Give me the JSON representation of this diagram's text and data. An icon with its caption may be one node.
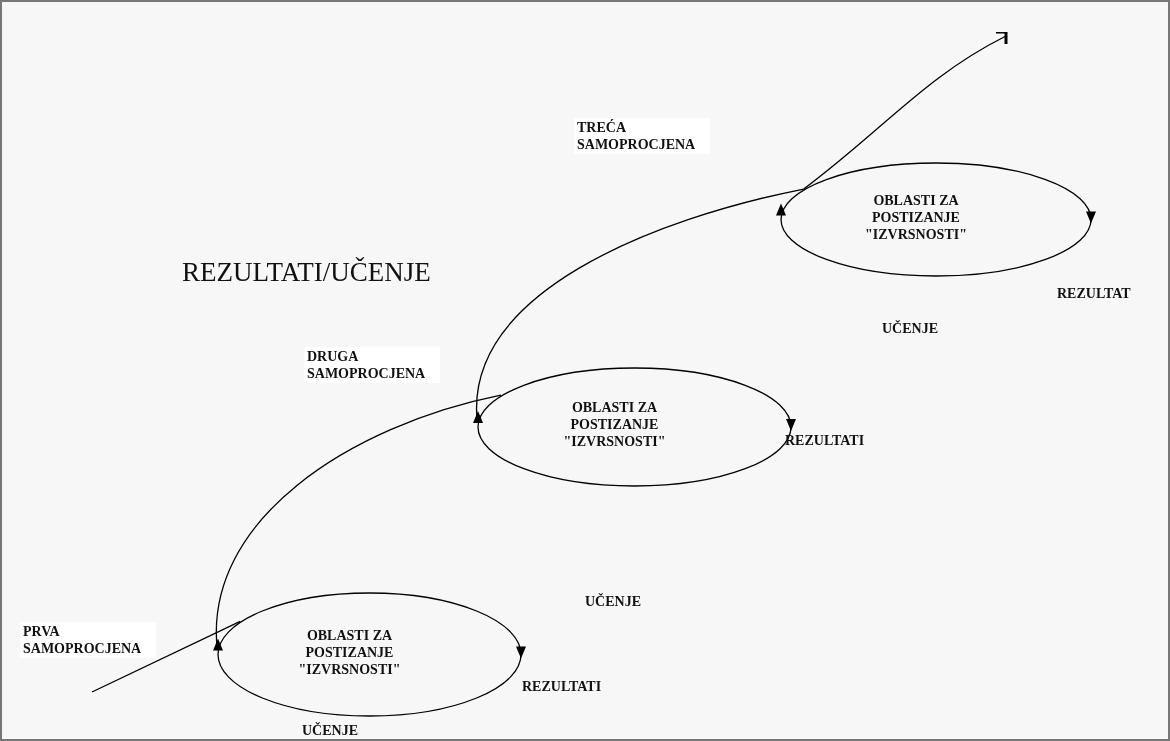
{
  "diagram": {
    "title": "REZULTATI/UČENJE",
    "nodes": [
      {
        "text": [
          "OBLASTI ZA POSTIZANJE \"IZVRSNOSTI\""
        ],
        "beside": [
          "REZULTATI",
          "UČENJE"
        ]
      },
      {
        "text": [
          "OBLASTI ZA POSTIZANJE \"IZVRSNOSTI\""
        ],
        "beside": [
          "REZULTATI"
        ]
      },
      {
        "text": [
          "OBLASTI ZA POSTIZANJE \"IZVRSNOSTI\""
        ],
        "beside": [
          "REZULTAT",
          "UČENJE"
        ]
      }
    ],
    "edges": [
      {
        "from": null,
        "to": 0,
        "arrow": "none"
      },
      {
        "from": 0,
        "to": 1,
        "arrow": "none"
      },
      {
        "from": 1,
        "to": 2,
        "arrow": "none"
      },
      {
        "from": 2,
        "to": null,
        "arrow": "to"
      }
    ],
    "labels": [
      "TREĆA SAMOPROCJENA",
      "DRUGA SAMOPROCJENA",
      "UČENJE",
      "PRVA SAMOPROCJENA"
    ]
  }
}
